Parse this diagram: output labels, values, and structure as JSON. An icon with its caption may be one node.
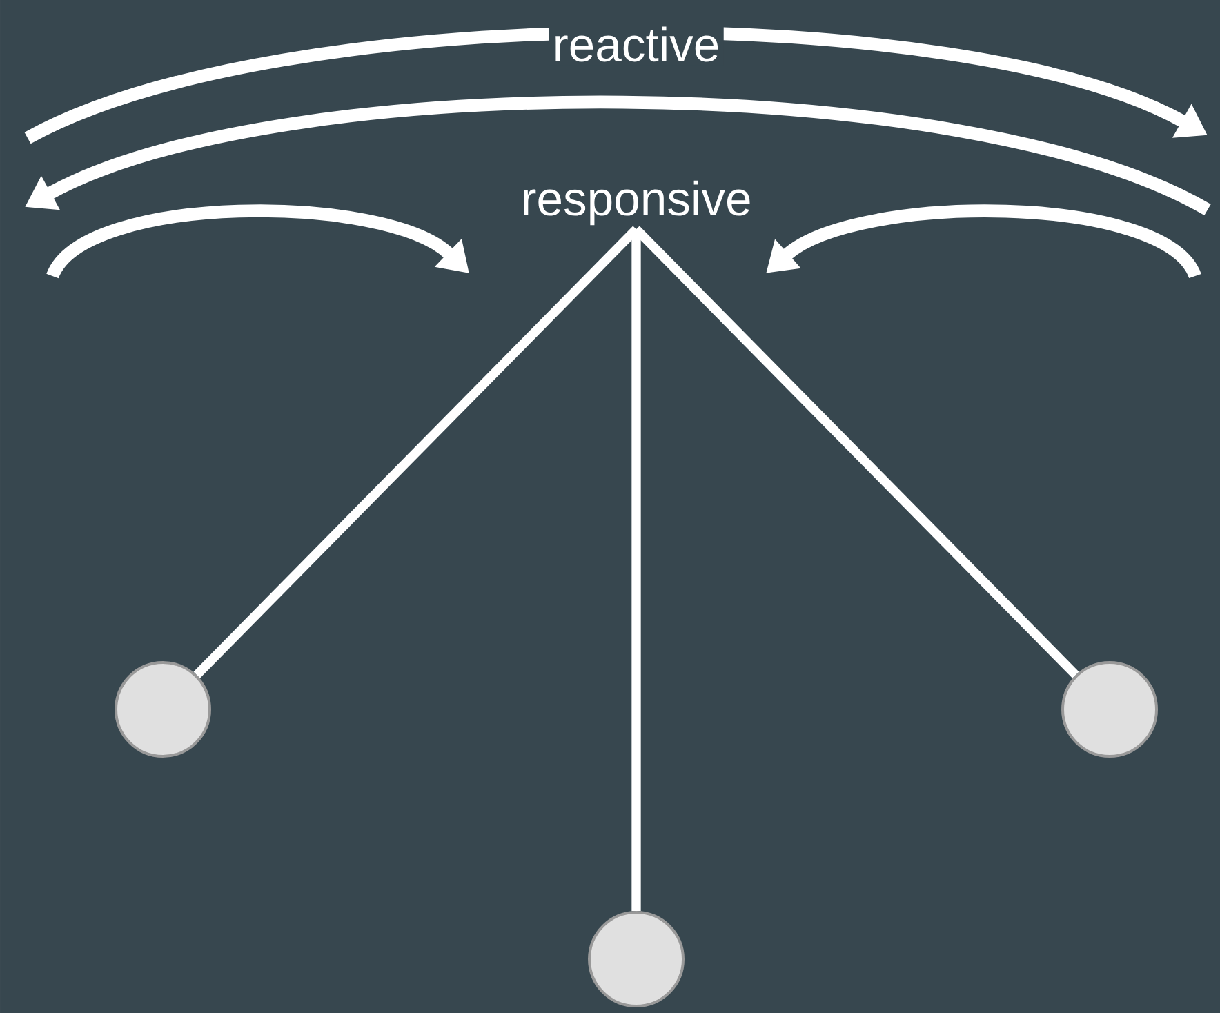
{
  "diagram": {
    "nodes": [
      {
        "text": [
          "responsive"
        ]
      },
      {
        "text": [],
        "shape": "circle"
      },
      {
        "text": [],
        "shape": "circle"
      },
      {
        "text": [],
        "shape": "circle"
      }
    ],
    "edges": [
      {
        "from": 0,
        "to": 1,
        "arrow": "none"
      },
      {
        "from": 0,
        "to": 2,
        "arrow": "none"
      },
      {
        "from": 0,
        "to": 3,
        "arrow": "none"
      }
    ],
    "labels": [
      "reactive"
    ]
  }
}
